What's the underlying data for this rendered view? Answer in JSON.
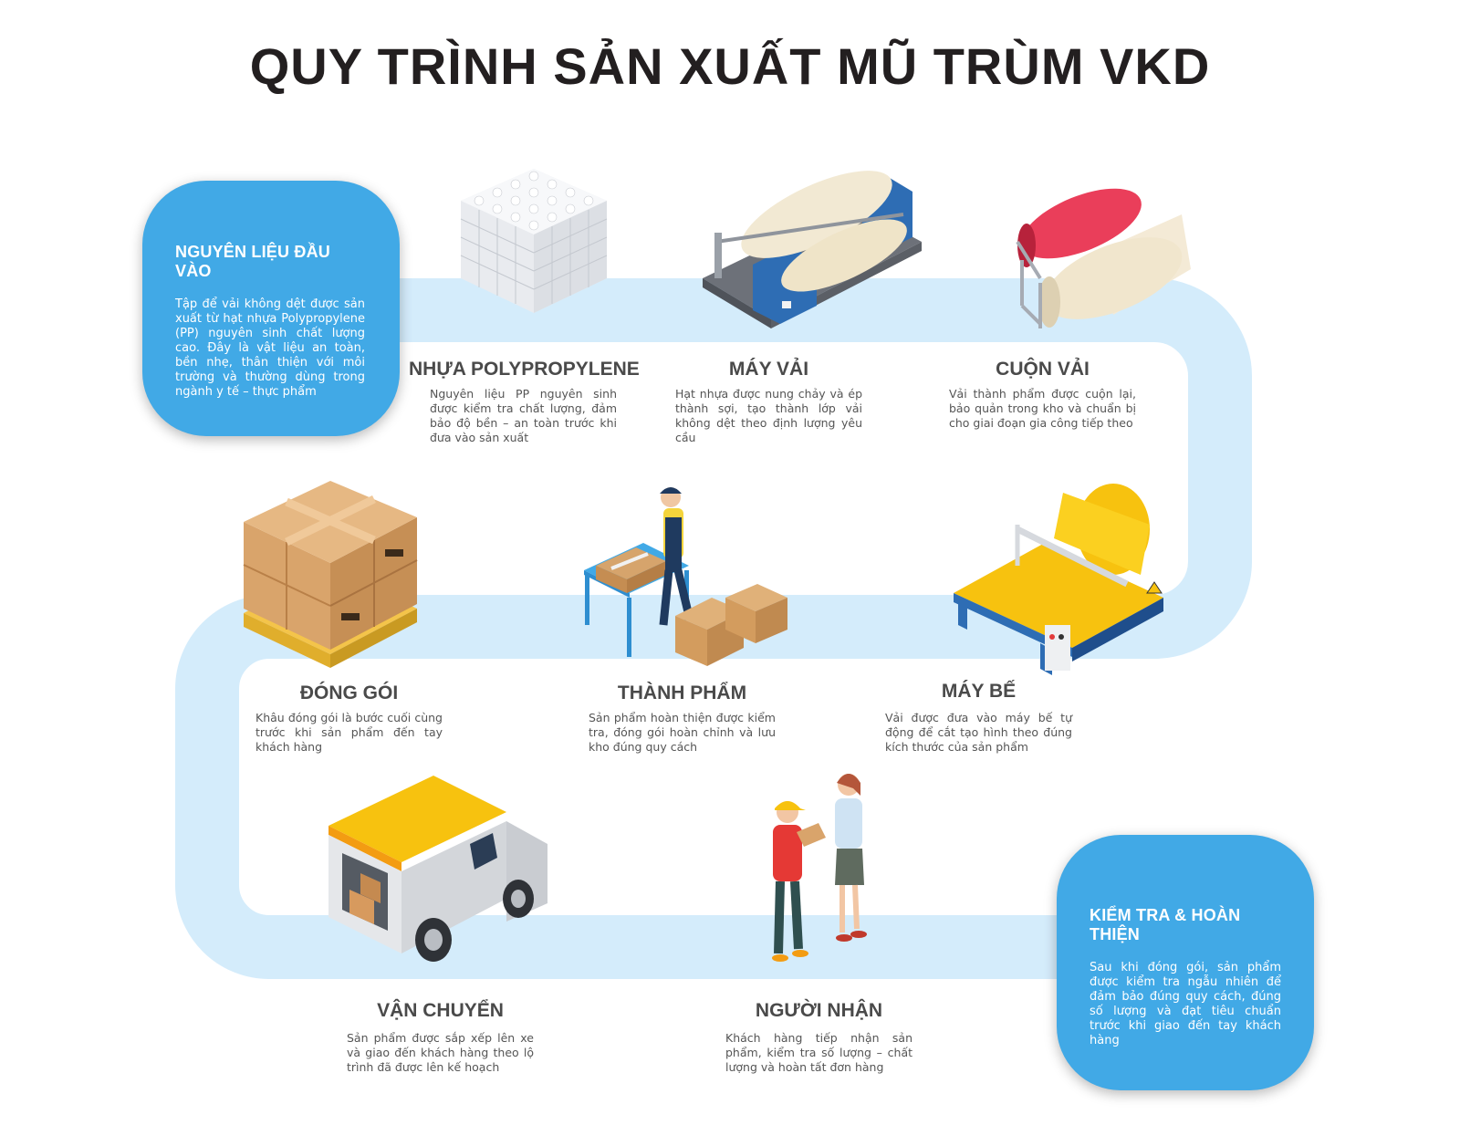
{
  "title": "QUY TRÌNH SẢN XUẤT MŨ TRÙM VKD",
  "colors": {
    "accent": "#41a9e6",
    "track": "#d4ecfb",
    "title": "#231f20"
  },
  "intro": {
    "heading": "NGUYÊN LIỆU ĐẦU VÀO",
    "text": "Tập để vải không dệt được sản xuất từ hạt nhựa Polypropylene (PP) nguyên sinh chất lượng cao. Đây là vật liệu an toàn, bền nhẹ, thân thiện với môi trường và thường dùng trong ngành y tế – thực phẩm"
  },
  "steps": [
    {
      "title": "NHỰA POLYPROPYLENE",
      "text": "Nguyên liệu PP nguyên sinh được kiểm tra chất lượng, đảm bảo độ bền – an toàn trước khi đưa vào sản xuất",
      "icon": "plastic-pellet-cube-icon"
    },
    {
      "title": "MÁY VẢI",
      "text": "Hạt nhựa được nung chảy và ép thành sợi, tạo thành lớp vải không dệt theo định lượng yêu cầu",
      "icon": "fabric-machine-icon"
    },
    {
      "title": "CUỘN VẢI",
      "text": "Vải thành phẩm được cuộn lại, bảo quản trong kho và chuẩn bị cho giai đoạn gia công tiếp theo",
      "icon": "fabric-rolls-icon"
    },
    {
      "title": "MÁY BẾ",
      "text": "Vải được đưa vào máy bế tự động để cắt tạo hình theo đúng kích thước của sản phẩm",
      "icon": "die-cutting-machine-icon"
    },
    {
      "title": "THÀNH PHẨM",
      "text": "Sản phẩm hoàn thiện được kiểm tra, đóng gói hoàn chỉnh và lưu kho đúng quy cách",
      "icon": "worker-packing-icon"
    },
    {
      "title": "ĐÓNG GÓI",
      "text": "Khâu đóng gói là bước cuối cùng trước khi sản phẩm đến tay khách hàng",
      "icon": "boxes-pallet-icon"
    },
    {
      "title": "VẬN CHUYỂN",
      "text": "Sản phẩm được sắp xếp lên xe và giao đến khách hàng theo lộ trình đã được lên kế hoạch",
      "icon": "delivery-truck-icon"
    },
    {
      "title": "NGƯỜI NHẬN",
      "text": "Khách hàng tiếp nhận sản phẩm, kiểm tra số lượng – chất lượng và hoàn tất đơn hàng",
      "icon": "recipient-handover-icon"
    }
  ],
  "outro": {
    "heading": "KIỂM TRA & HOÀN THIỆN",
    "text": "Sau khi đóng gói, sản phẩm được kiểm tra ngẫu nhiên để đảm bảo đúng quy cách, đúng số lượng và đạt tiêu chuẩn trước khi giao đến tay khách hàng"
  }
}
